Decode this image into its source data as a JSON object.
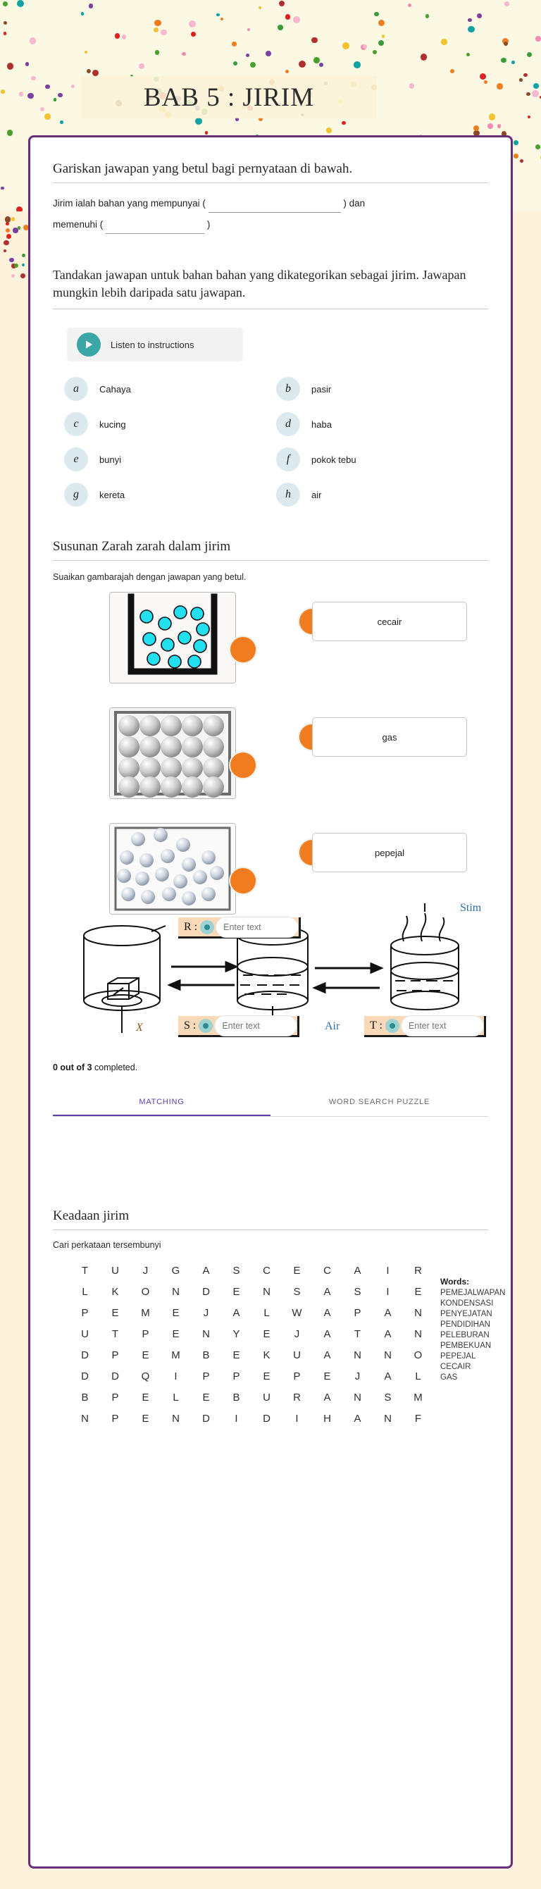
{
  "header": {
    "title": "BAB 5 : JIRIM"
  },
  "section1": {
    "heading": "Gariskan jawapan yang betul bagi pernyataan di bawah.",
    "sentence_part1": "Jirim ialah bahan yang mempunyai (",
    "sentence_mid": ") dan",
    "sentence_part2": "memenuhi (",
    "sentence_end": ")",
    "input1_value": "",
    "input1_placeholder": "",
    "input2_value": "",
    "input2_placeholder": ""
  },
  "section2": {
    "instruction": "Tandakan jawapan untuk bahan bahan yang dikategorikan sebagai jirim. Jawapan mungkin lebih daripada satu jawapan.",
    "listen_label": "Listen to instructions",
    "play_icon": "play-icon",
    "options": [
      {
        "letter": "a",
        "label": "Cahaya"
      },
      {
        "letter": "b",
        "label": "pasir"
      },
      {
        "letter": "c",
        "label": "kucing"
      },
      {
        "letter": "d",
        "label": "haba"
      },
      {
        "letter": "e",
        "label": "bunyi"
      },
      {
        "letter": "f",
        "label": "pokok tebu"
      },
      {
        "letter": "g",
        "label": "kereta"
      },
      {
        "letter": "h",
        "label": "air"
      }
    ]
  },
  "section3": {
    "heading": "Susunan Zarah zarah dalam jirim",
    "subtitle": "Suaikan gambarajah dengan jawapan yang betul.",
    "diagrams": [
      {
        "name": "liquid-particles-diagram"
      },
      {
        "name": "solid-particles-diagram"
      },
      {
        "name": "loose-particles-diagram"
      }
    ],
    "answers": [
      {
        "label": "cecair"
      },
      {
        "label": "gas"
      },
      {
        "label": "pepejal"
      }
    ]
  },
  "state_diagram": {
    "label_x": "X",
    "label_air": "Air",
    "label_stim": "Stim",
    "fields": [
      {
        "letter": "R :",
        "value": "",
        "placeholder": "Enter text"
      },
      {
        "letter": "S :",
        "value": "",
        "placeholder": "Enter text"
      },
      {
        "letter": "T :",
        "value": "",
        "placeholder": "Enter text"
      }
    ]
  },
  "progress": {
    "completed": "0",
    "total": "3",
    "text_bold": "0 out of 3",
    "text_rest": " completed."
  },
  "tabs": [
    {
      "label": "MATCHING",
      "active": true
    },
    {
      "label": "WORD SEARCH PUZZLE",
      "active": false
    }
  ],
  "word_search": {
    "heading": "Keadaan jirim",
    "subtitle": "Cari perkataan tersembunyi",
    "grid": [
      [
        "T",
        "U",
        "J",
        "G",
        "A",
        "S",
        "C",
        "E",
        "C",
        "A",
        "I",
        "R"
      ],
      [
        "L",
        "K",
        "O",
        "N",
        "D",
        "E",
        "N",
        "S",
        "A",
        "S",
        "I",
        "E"
      ],
      [
        "P",
        "E",
        "M",
        "E",
        "J",
        "A",
        "L",
        "W",
        "A",
        "P",
        "A",
        "N"
      ],
      [
        "U",
        "T",
        "P",
        "E",
        "N",
        "Y",
        "E",
        "J",
        "A",
        "T",
        "A",
        "N"
      ],
      [
        "D",
        "P",
        "E",
        "M",
        "B",
        "E",
        "K",
        "U",
        "A",
        "N",
        "N",
        "O"
      ],
      [
        "D",
        "D",
        "Q",
        "I",
        "P",
        "P",
        "E",
        "P",
        "E",
        "J",
        "A",
        "L"
      ],
      [
        "B",
        "P",
        "E",
        "L",
        "E",
        "B",
        "U",
        "R",
        "A",
        "N",
        "S",
        "M"
      ],
      [
        "N",
        "P",
        "E",
        "N",
        "D",
        "I",
        "D",
        "I",
        "H",
        "A",
        "N",
        "F"
      ]
    ],
    "words_title": "Words:",
    "words": [
      "PEMEJALWAPAN",
      "KONDENSASI",
      "PENYEJATAN",
      "PENDIDIHAN",
      "PELEBURAN",
      "PEMBEKUAN",
      "PEPEJAL",
      "CECAIR",
      "GAS"
    ]
  },
  "colors": {
    "card_border": "#6b2d7a",
    "accent_orange": "#f07c1f",
    "accent_teal": "#3aa6a6",
    "badge_blue": "#dceaf0",
    "tab_active": "#5b3fa8",
    "page_bg": "#fdf3dd",
    "banner_bg": "#fbf8e3"
  }
}
